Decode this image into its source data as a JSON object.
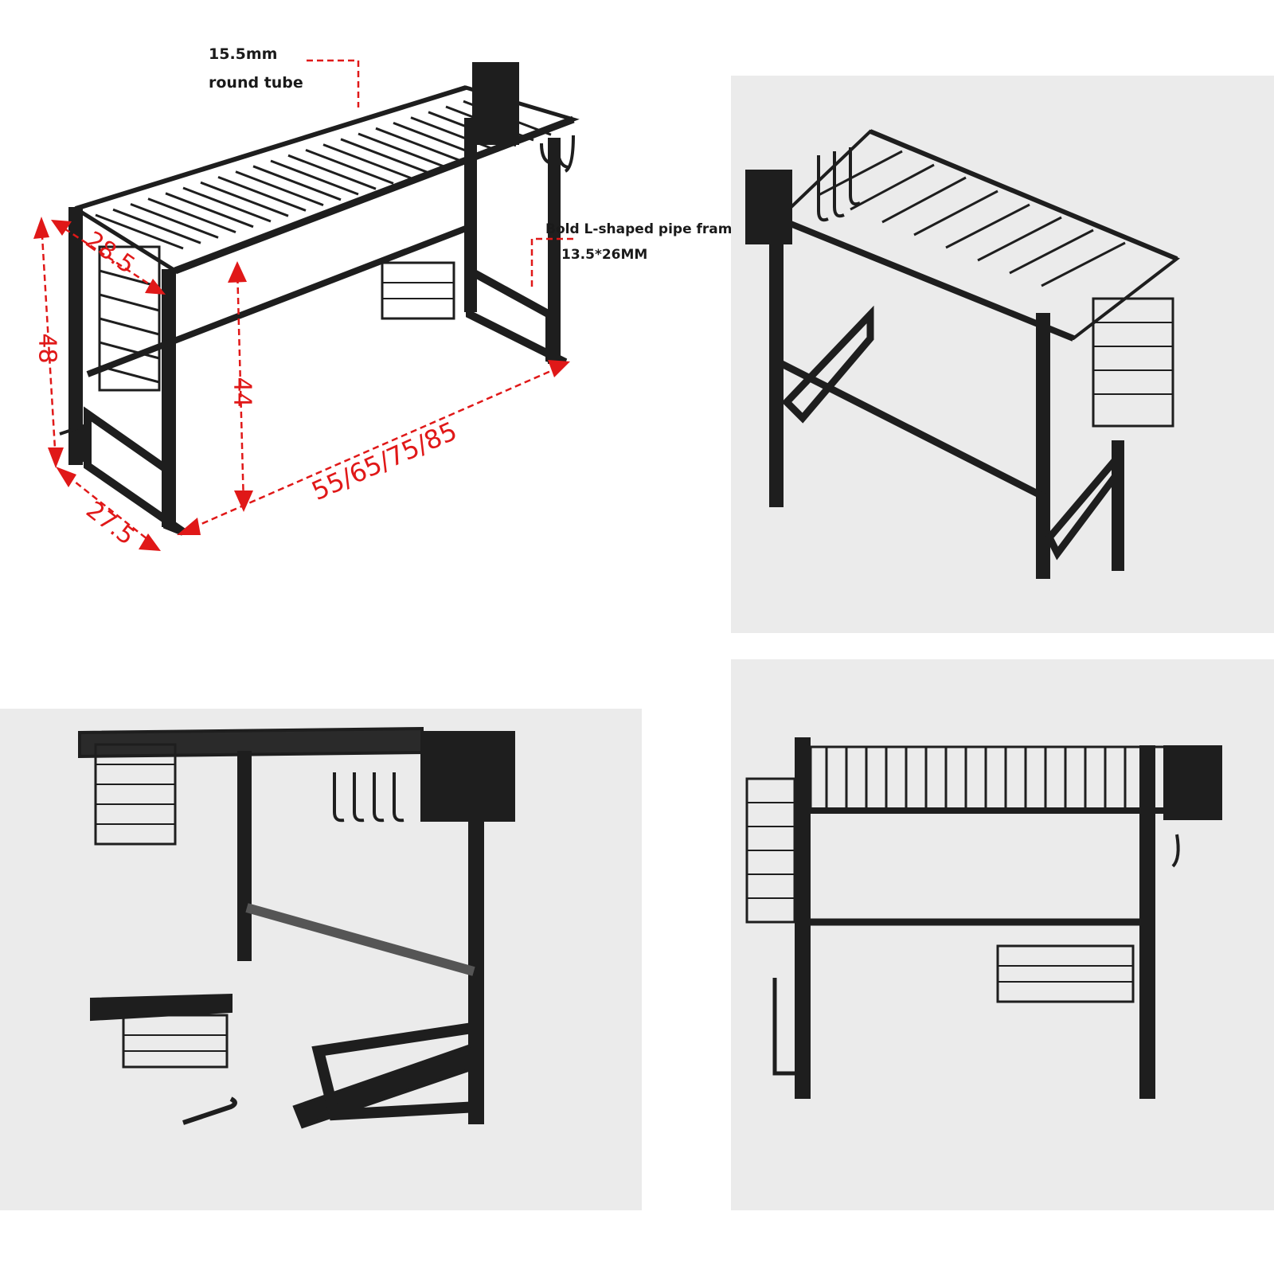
{
  "annotations": {
    "tube_line1": "15.5mm",
    "tube_line2": "round tube",
    "frame_line1": "Bold L-shaped pipe frame",
    "frame_line2": "13.5*26MM"
  },
  "dimensions": {
    "depth_top": "28.5",
    "height_total": "48",
    "height_inner": "44",
    "depth_base": "27.5",
    "width_options": "55/65/75/85"
  },
  "colors": {
    "rack": "#1e1e1e",
    "dimension_red": "#e01818",
    "photo_background": "#ebebeb"
  }
}
